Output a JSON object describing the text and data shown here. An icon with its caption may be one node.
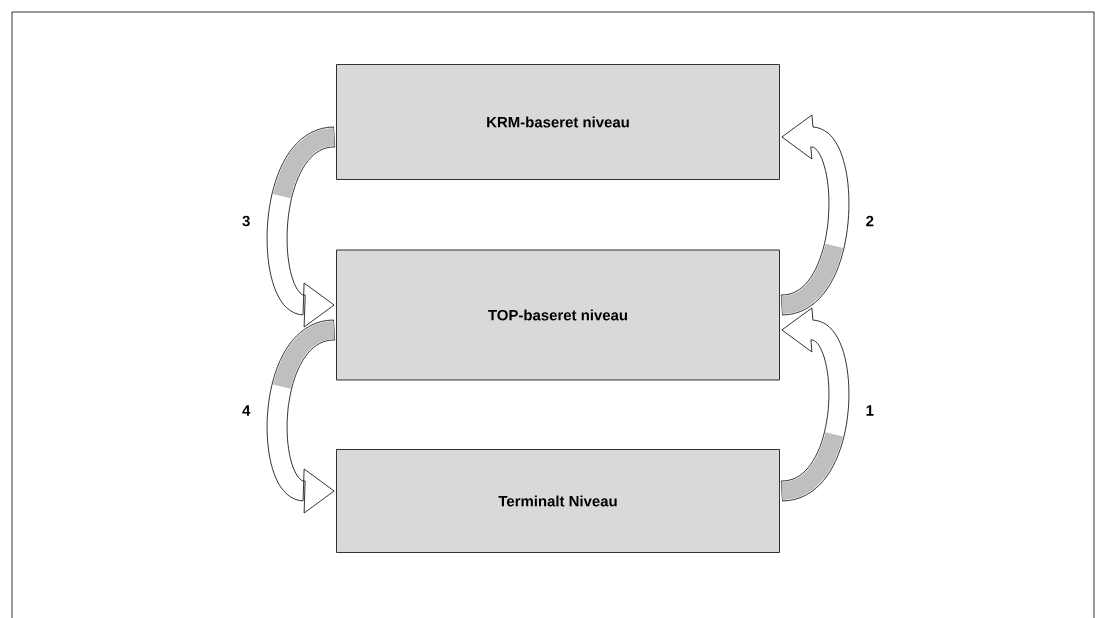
{
  "diagram": {
    "nodes": [
      {
        "text": [
          "KRM-baseret niveau"
        ]
      },
      {
        "text": [
          "TOP-baseret niveau"
        ]
      },
      {
        "text": [
          "Terminalt Niveau"
        ]
      }
    ],
    "edges": [
      {
        "from": 2,
        "to": 1,
        "arrow": "to",
        "label": "1"
      },
      {
        "from": 1,
        "to": 0,
        "arrow": "to",
        "label": "2"
      },
      {
        "from": 0,
        "to": 1,
        "arrow": "to",
        "label": "3"
      },
      {
        "from": 1,
        "to": 2,
        "arrow": "to",
        "label": "4"
      }
    ]
  }
}
